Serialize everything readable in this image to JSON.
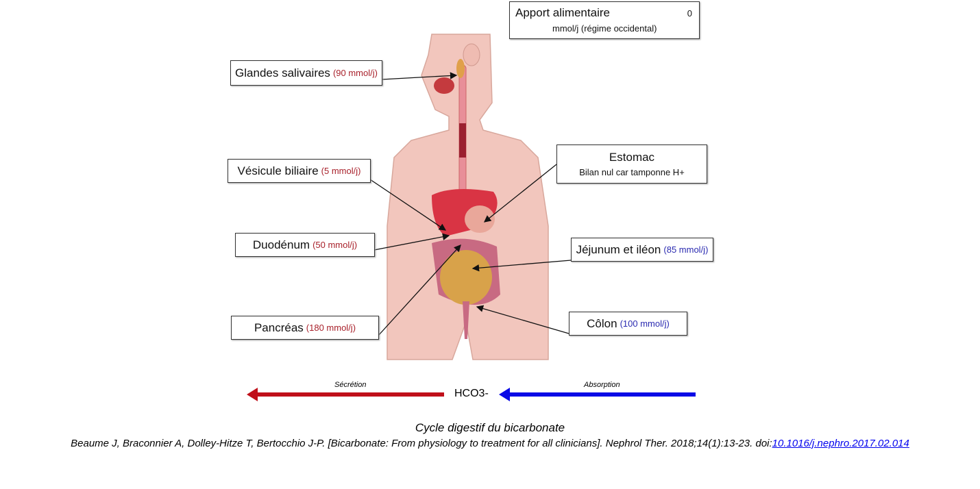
{
  "intake": {
    "title": "Apport alimentaire",
    "value": "0",
    "unit": "mmol/j (régime occidental)"
  },
  "labels": {
    "salivary": {
      "name": "Glandes salivaires",
      "value": "(90 mmol/j)"
    },
    "gallbladder": {
      "name": "Vésicule biliaire",
      "value": "(5 mmol/j)"
    },
    "stomach": {
      "name": "Estomac",
      "note": "Bilan nul car tamponne H+"
    },
    "duodenum": {
      "name": "Duodénum",
      "value": "(50 mmol/j)"
    },
    "jejunum": {
      "name": "Jéjunum et iléon",
      "value": "(85 mmol/j)"
    },
    "pancreas": {
      "name": "Pancréas",
      "value": "(180 mmol/j)"
    },
    "colon": {
      "name": "Côlon",
      "value": "(100 mmol/j)"
    }
  },
  "legend": {
    "secretion": "Sécrétion",
    "absorption": "Absorption",
    "ion": "HCO3-",
    "secretion_color": "#c0101a",
    "absorption_color": "#0a0ae6"
  },
  "caption": {
    "title": "Cycle digestif du bicarbonate",
    "citation": "Beaume J, Braconnier A, Dolley-Hitze T, Bertocchio J-P. [Bicarbonate: From physiology to treatment for all clinicians]. Nephrol Ther. 2018;14(1):13-23. doi:",
    "doi": "10.1016/j.nephro.2017.02.014"
  }
}
